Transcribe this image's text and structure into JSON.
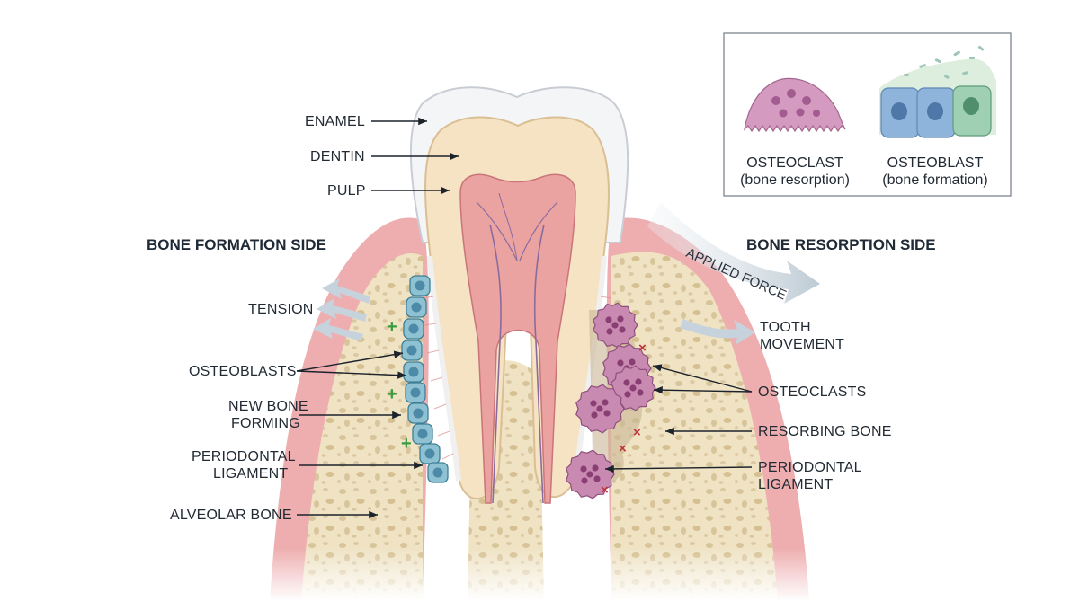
{
  "labels": {
    "enamel": "ENAMEL",
    "dentin": "DENTIN",
    "pulp": "PULP",
    "tension": "TENSION",
    "osteoblasts": "OSTEOBLASTS",
    "new_bone_1": "NEW BONE",
    "new_bone_2": "FORMING",
    "pdl_left_1": "PERIODONTAL",
    "pdl_left_2": "LIGAMENT",
    "alveolar_bone": "ALVEOLAR BONE",
    "applied_force": "APPLIED FORCE",
    "tooth_movement_1": "TOOTH",
    "tooth_movement_2": "MOVEMENT",
    "osteoclasts": "OSTEOCLASTS",
    "resorbing_bone": "RESORBING BONE",
    "pdl_right_1": "PERIODONTAL",
    "pdl_right_2": "LIGAMENT"
  },
  "sides": {
    "formation": "BONE FORMATION SIDE",
    "resorption": "BONE RESORPTION SIDE"
  },
  "inset": {
    "osteoclast_title": "OSTEOCLAST",
    "osteoclast_sub": "(bone resorption)",
    "osteoblast_title": "OSTEOBLAST",
    "osteoblast_sub": "(bone formation)"
  },
  "colors": {
    "enamel": "#f4f5f7",
    "dentin": "#f6e3c3",
    "pulp": "#eaa3a0",
    "gum": "#eeaeb0",
    "bone": "#efe3c4",
    "osteoblast": "#8ec2d2",
    "osteoclast": "#c98ab2",
    "arrow": "#c7d3dc"
  }
}
